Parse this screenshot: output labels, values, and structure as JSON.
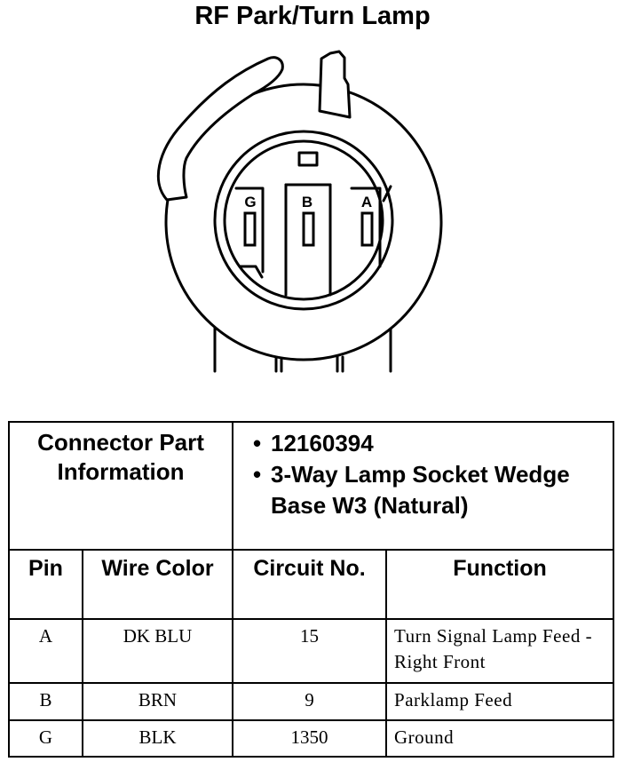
{
  "title": "RF Park/Turn Lamp",
  "terminals": [
    "G",
    "B",
    "A"
  ],
  "connector_info": {
    "label": "Connector Part Information",
    "items": [
      "12160394",
      "3-Way Lamp Socket Wedge Base W3 (Natural)"
    ]
  },
  "table": {
    "headers": [
      "Pin",
      "Wire Color",
      "Circuit No.",
      "Function"
    ],
    "rows": [
      {
        "pin": "A",
        "color": "DK BLU",
        "circuit": "15",
        "function": "Turn Signal Lamp Feed - Right Front"
      },
      {
        "pin": "B",
        "color": "BRN",
        "circuit": "9",
        "function": "Parklamp Feed"
      },
      {
        "pin": "G",
        "color": "BLK",
        "circuit": "1350",
        "function": "Ground"
      }
    ]
  }
}
